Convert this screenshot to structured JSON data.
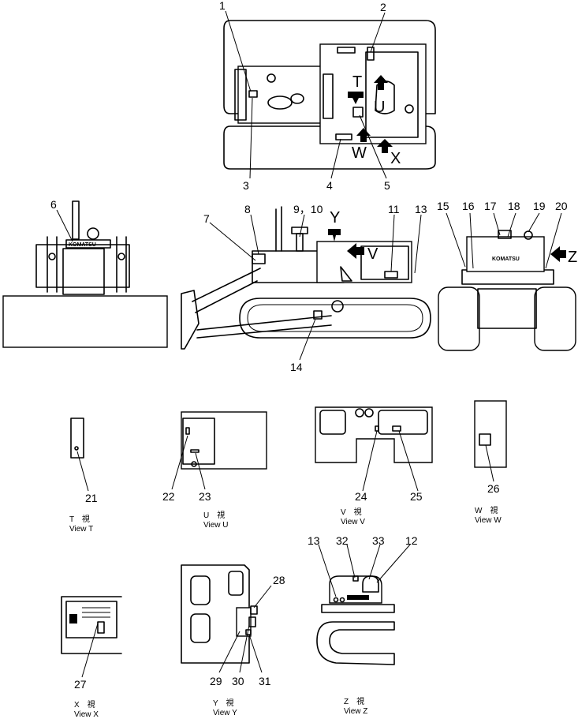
{
  "callouts": {
    "c1": "1",
    "c2": "2",
    "c3": "3",
    "c4": "4",
    "c5": "5",
    "c6": "6",
    "c7": "7",
    "c8": "8",
    "c9_10": "9，10",
    "c11": "11",
    "c13": "13",
    "c14": "14",
    "c15": "15",
    "c16": "16",
    "c17": "17",
    "c18": "18",
    "c19": "19",
    "c20": "20",
    "c21": "21",
    "c22": "22",
    "c23": "23",
    "c24": "24",
    "c25": "25",
    "c26": "26",
    "c27": "27",
    "c28": "28",
    "c29": "29",
    "c30": "30",
    "c31": "31",
    "zc13": "13",
    "zc32": "32",
    "zc33": "33",
    "zc12": "12"
  },
  "view_letters": {
    "T": "T",
    "U": "U",
    "W": "W",
    "X": "X",
    "Y": "Y",
    "V": "V",
    "Z": "Z"
  },
  "logo_text": "KOMATSU",
  "captions": {
    "t": {
      "jp": "T　視",
      "en": "View  T"
    },
    "u": {
      "jp": "U　視",
      "en": "View  U"
    },
    "v": {
      "jp": "V　視",
      "en": "View  V"
    },
    "w": {
      "jp": "W　視",
      "en": "View  W"
    },
    "x": {
      "jp": "X　視",
      "en": "View  X"
    },
    "y": {
      "jp": "Y　視",
      "en": "View  Y"
    },
    "z": {
      "jp": "Z　視",
      "en": "View  Z"
    }
  }
}
